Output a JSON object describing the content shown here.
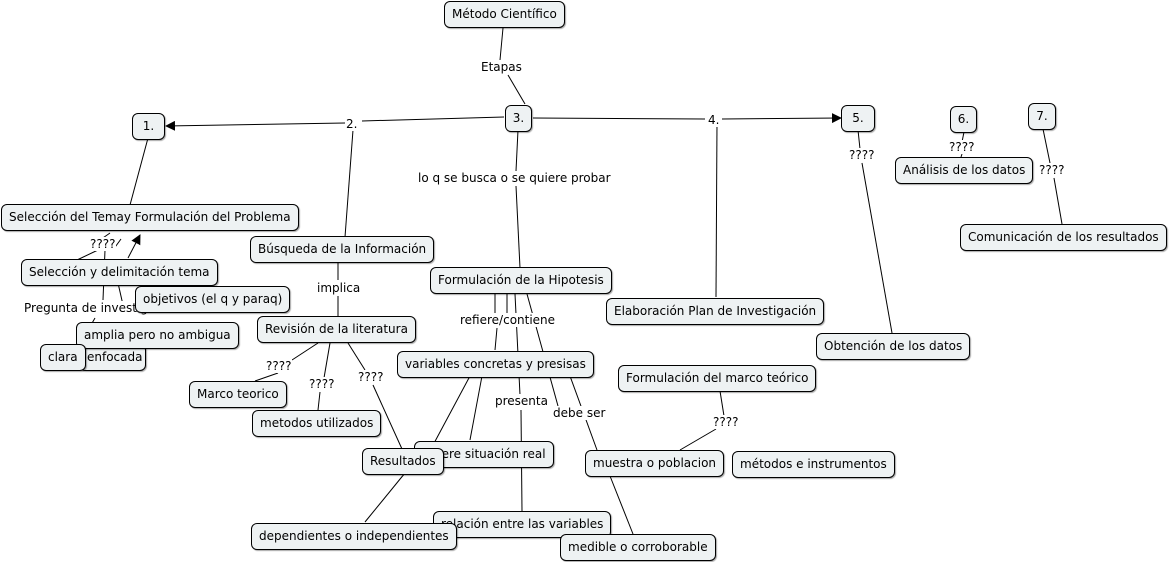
{
  "concept_map": {
    "root": "Método Científico",
    "root_link": "Etapas",
    "steps": [
      "1.",
      "2.",
      "3.",
      "4.",
      "5.",
      "6.",
      "7."
    ],
    "nodes": {
      "seleccion_tema": "Selección del Temay Formulación del Problema",
      "seleccion_delimitacion": "Selección y delimitación tema",
      "objetivos": "objetivos (el q y paraq)",
      "amplia": "amplia pero no ambigua",
      "clara": "clara",
      "enfocada": "enfocada",
      "busqueda": "Búsqueda de la Información",
      "revision": "Revisión de la literatura",
      "marco_teorico": "Marco teorico",
      "metodos_utilizados": "metodos utilizados",
      "resultados": "Resultados",
      "dependientes": "dependientes o independientes",
      "hipotesis": "Formulación de la Hipotesis",
      "variables": "variables concretas y presisas",
      "situacion_real": "refiere situación real",
      "relacion": "relación entre las variables",
      "medible": "medible o corroborable",
      "plan": "Elaboración Plan de Investigación",
      "marco_formulacion": "Formulación del marco teórico",
      "muestra": "muestra o poblacion",
      "metodos_instrumentos": "métodos e instrumentos",
      "obtencion": "Obtención de los datos",
      "analisis": "Análisis de los datos",
      "comunicacion": "Comunicación de los resultados"
    },
    "link_labels": {
      "unknown": "????",
      "pregunta": "Pregunta de investigación",
      "implica": "implica",
      "busca": "lo q se busca o se quiere probar",
      "refiere": "refiere/contiene",
      "presenta": "presenta",
      "debe_ser": "debe ser"
    }
  }
}
